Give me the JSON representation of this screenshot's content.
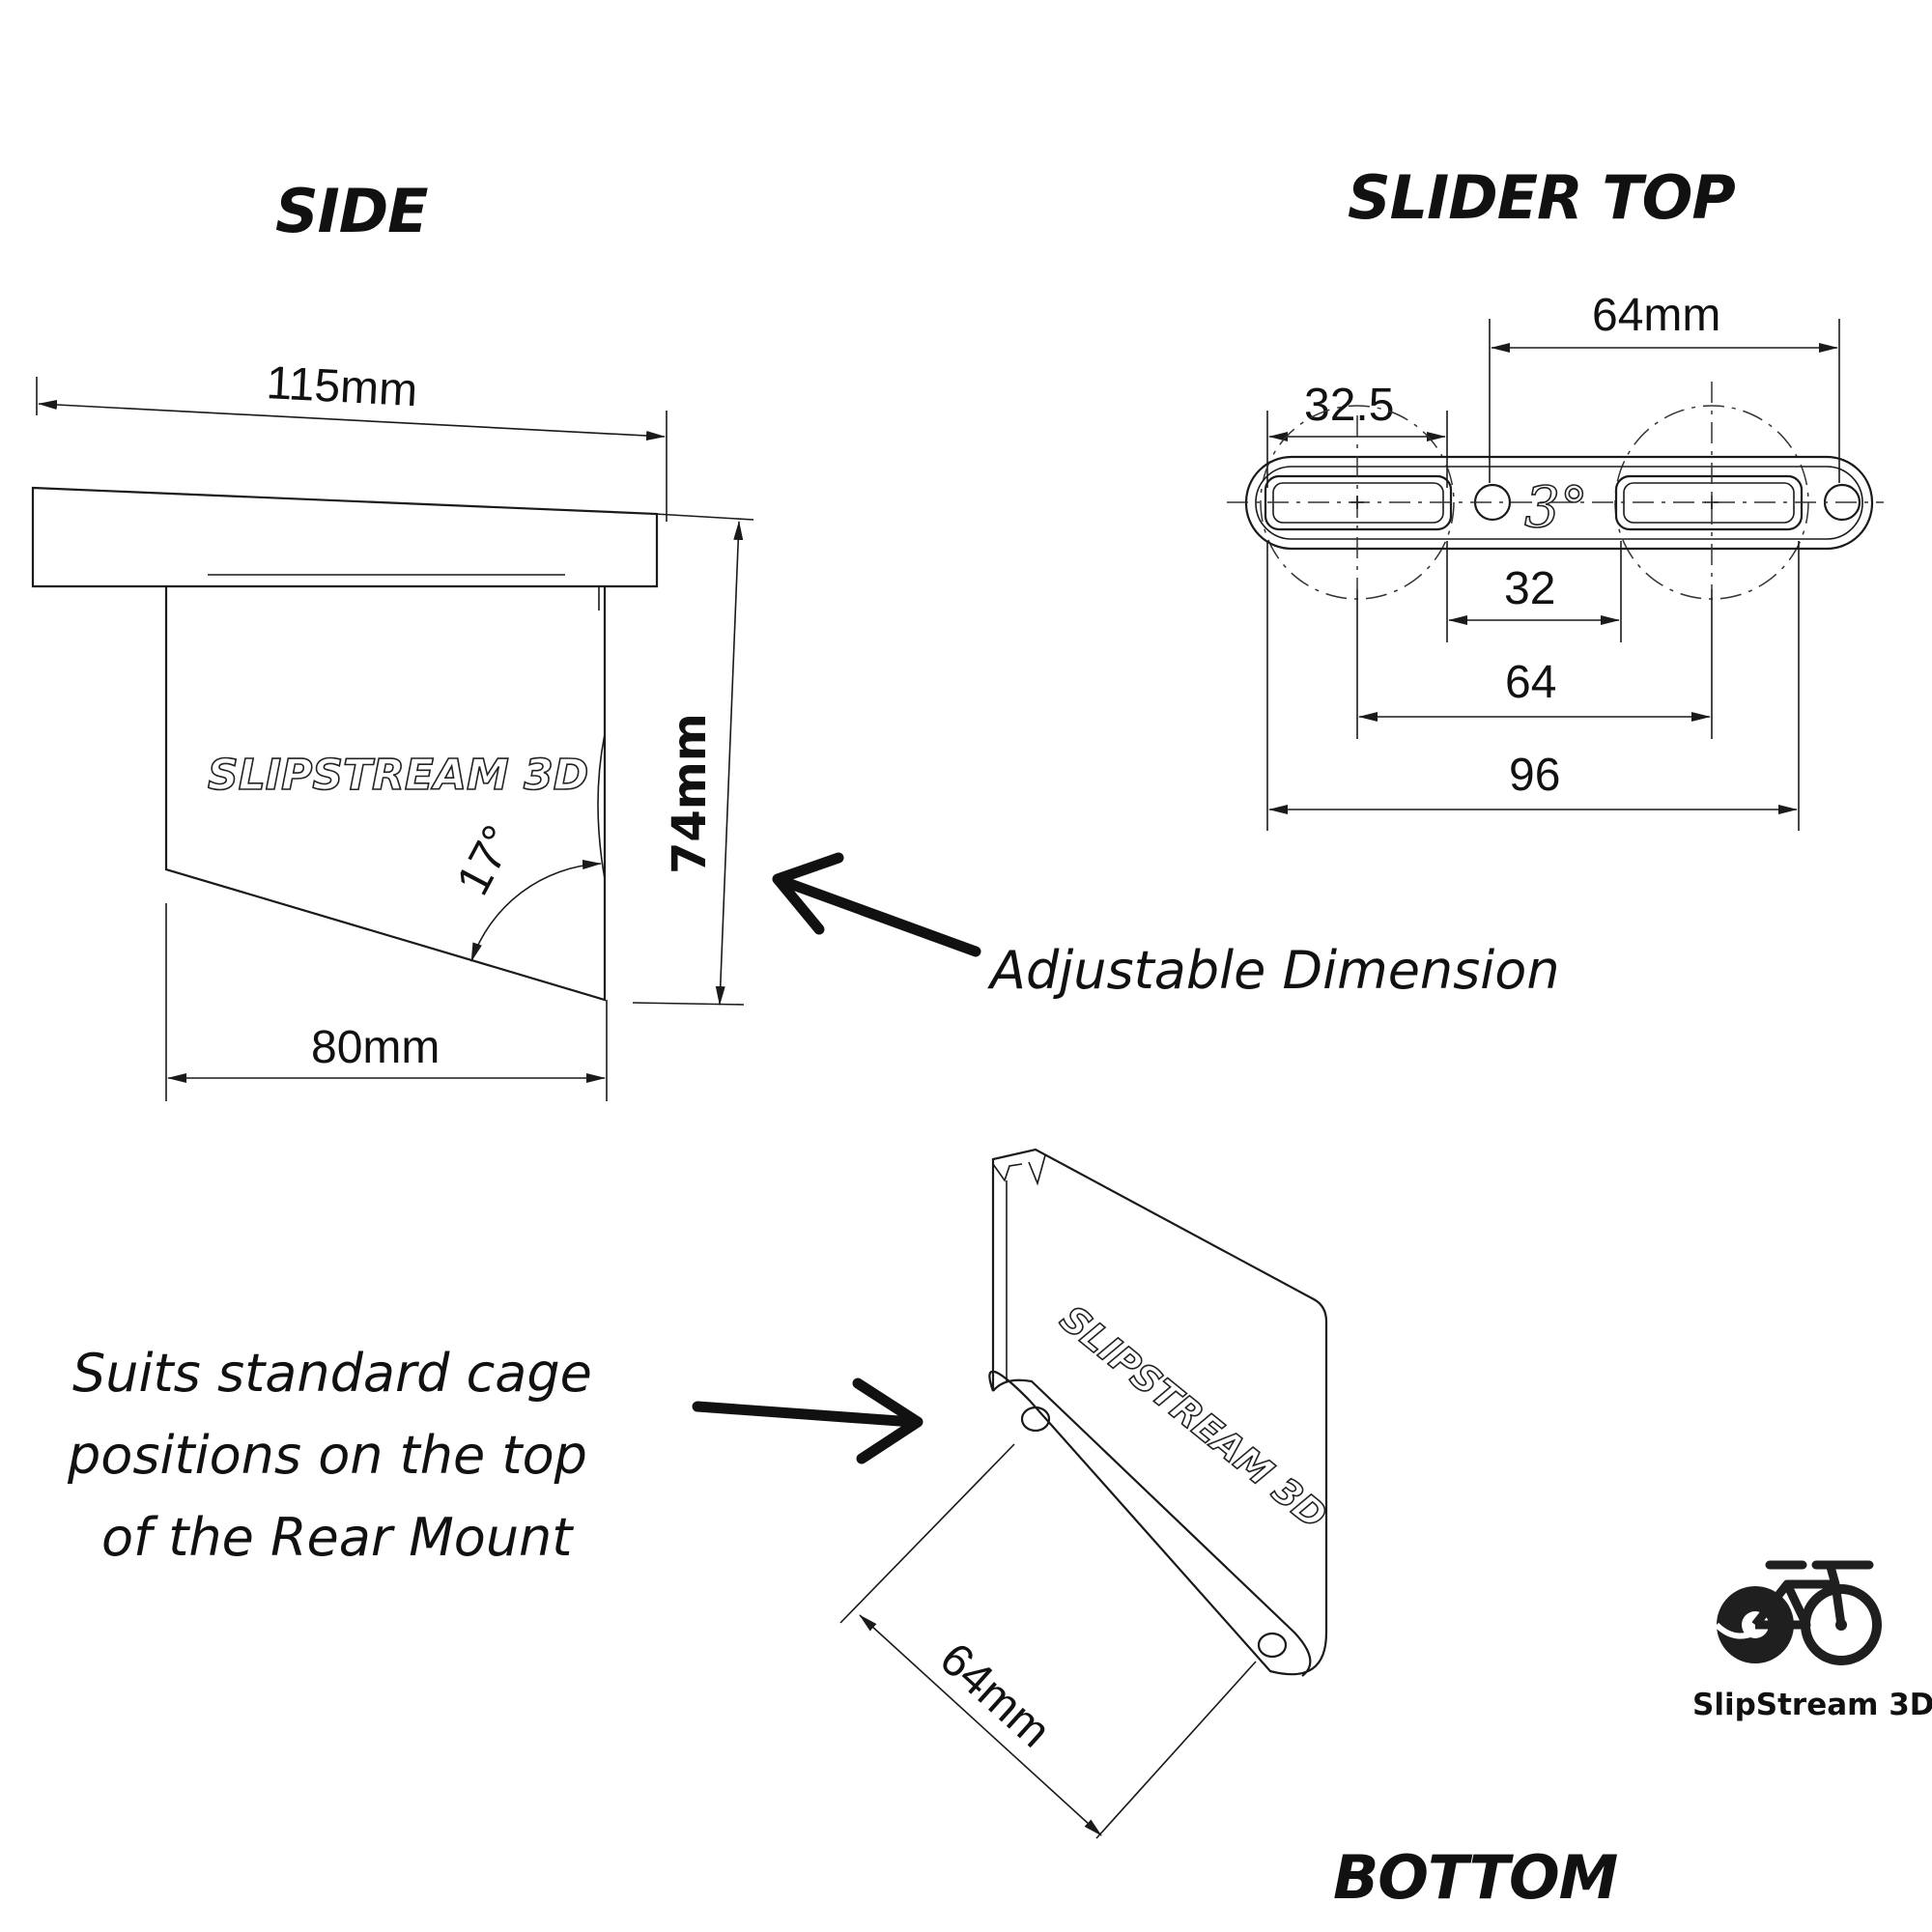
{
  "views": {
    "side": {
      "title": "SIDE",
      "width_top": "115mm",
      "height": "74mm",
      "width_bottom": "80mm",
      "angle": "17°",
      "engraving": "SLIPSTREAM 3D"
    },
    "slider_top": {
      "title": "SLIDER TOP",
      "dim_64mm": "64mm",
      "dim_32_5": "32.5",
      "angle": "3°",
      "dim_32": "32",
      "dim_64": "64",
      "dim_96": "96"
    },
    "bottom": {
      "title": "BOTTOM",
      "dim": "64mm",
      "engraving": "SLIPSTREAM 3D"
    }
  },
  "annotations": {
    "adjustable": "Adjustable Dimension",
    "suits_line1": "Suits standard cage",
    "suits_line2": "positions on the top",
    "suits_line3": "of the Rear Mount"
  },
  "brand": {
    "name": "SlipStream 3D",
    "logo_icon": "bicycle-icon"
  }
}
